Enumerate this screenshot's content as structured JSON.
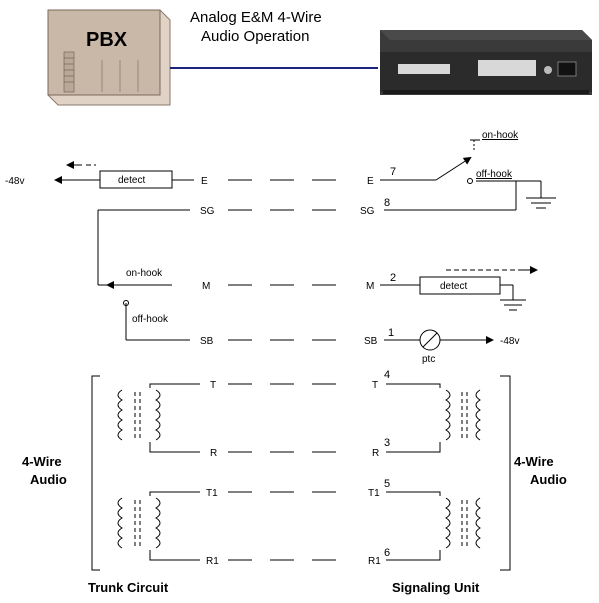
{
  "header": {
    "title_line1": "Analog E&M 4-Wire",
    "title_line2": "Audio Operation",
    "pbx_label": "PBX"
  },
  "signals": {
    "e": "E",
    "sg": "SG",
    "m": "M",
    "sb": "SB",
    "t": "T",
    "r": "R",
    "t1": "T1",
    "r1": "R1"
  },
  "pins": {
    "e": "7",
    "sg": "8",
    "m": "2",
    "sb": "1",
    "t": "4",
    "r": "3",
    "t1": "5",
    "r1": "6"
  },
  "labels": {
    "minus48_left": "-48v",
    "minus48_right": "-48v",
    "detect_left": "detect",
    "detect_right": "detect",
    "on_hook_top": "on-hook",
    "off_hook_top": "off-hook",
    "on_hook_left": "on-hook",
    "off_hook_left": "off-hook",
    "ptc": "ptc"
  },
  "sections": {
    "audio_left_line1": "4-Wire",
    "audio_left_line2": "Audio",
    "audio_right_line1": "4-Wire",
    "audio_right_line2": "Audio",
    "trunk_circuit": "Trunk Circuit",
    "signaling_unit": "Signaling Unit"
  },
  "colors": {
    "link_line": "#1a237e",
    "pbx_fill": "#c9b8a8",
    "device_body": "#2b2b2b"
  }
}
